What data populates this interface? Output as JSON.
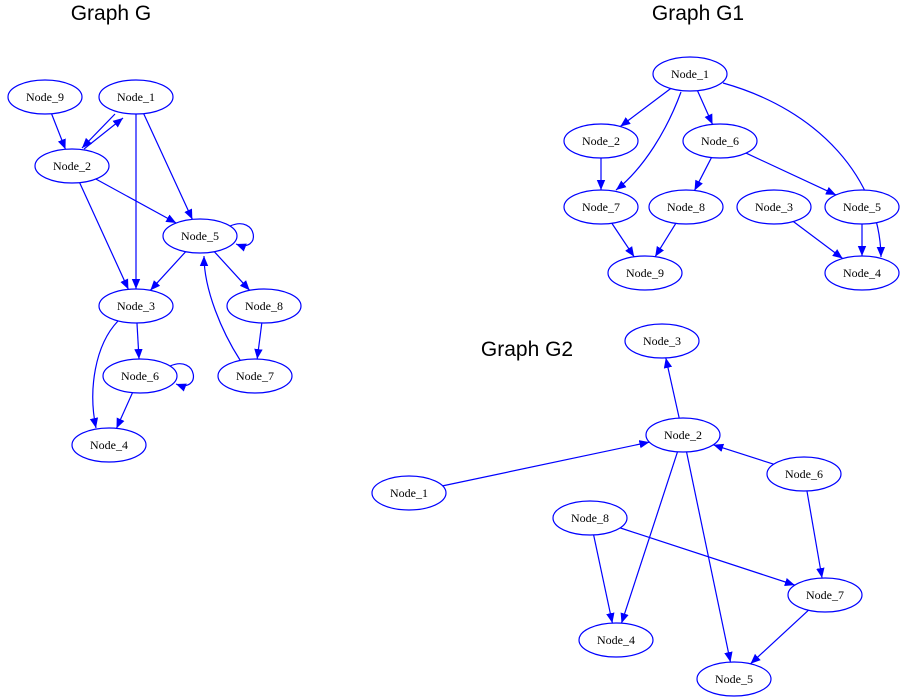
{
  "colors": {
    "edge": "#0000ff",
    "node_stroke": "#0000ff",
    "text": "#000000",
    "background": "#ffffff"
  },
  "graphs": [
    {
      "id": "G",
      "title": "Graph G",
      "nodes": [
        "Node_9",
        "Node_1",
        "Node_2",
        "Node_5",
        "Node_3",
        "Node_8",
        "Node_6",
        "Node_7",
        "Node_4"
      ],
      "edges": [
        [
          "Node_9",
          "Node_2"
        ],
        [
          "Node_1",
          "Node_2"
        ],
        [
          "Node_2",
          "Node_1"
        ],
        [
          "Node_1",
          "Node_5"
        ],
        [
          "Node_1",
          "Node_3"
        ],
        [
          "Node_2",
          "Node_3"
        ],
        [
          "Node_2",
          "Node_5"
        ],
        [
          "Node_5",
          "Node_5"
        ],
        [
          "Node_5",
          "Node_3"
        ],
        [
          "Node_5",
          "Node_8"
        ],
        [
          "Node_8",
          "Node_7"
        ],
        [
          "Node_7",
          "Node_5"
        ],
        [
          "Node_3",
          "Node_6"
        ],
        [
          "Node_3",
          "Node_4"
        ],
        [
          "Node_6",
          "Node_6"
        ],
        [
          "Node_6",
          "Node_4"
        ]
      ]
    },
    {
      "id": "G1",
      "title": "Graph G1",
      "nodes": [
        "Node_1",
        "Node_2",
        "Node_6",
        "Node_7",
        "Node_8",
        "Node_3",
        "Node_5",
        "Node_9",
        "Node_4"
      ],
      "edges": [
        [
          "Node_1",
          "Node_2"
        ],
        [
          "Node_1",
          "Node_6"
        ],
        [
          "Node_1",
          "Node_7"
        ],
        [
          "Node_1",
          "Node_4"
        ],
        [
          "Node_2",
          "Node_7"
        ],
        [
          "Node_6",
          "Node_8"
        ],
        [
          "Node_6",
          "Node_5"
        ],
        [
          "Node_7",
          "Node_9"
        ],
        [
          "Node_8",
          "Node_9"
        ],
        [
          "Node_3",
          "Node_4"
        ],
        [
          "Node_5",
          "Node_4"
        ]
      ]
    },
    {
      "id": "G2",
      "title": "Graph G2",
      "nodes": [
        "Node_3",
        "Node_2",
        "Node_6",
        "Node_1",
        "Node_8",
        "Node_7",
        "Node_4",
        "Node_5"
      ],
      "edges": [
        [
          "Node_2",
          "Node_3"
        ],
        [
          "Node_1",
          "Node_2"
        ],
        [
          "Node_6",
          "Node_2"
        ],
        [
          "Node_2",
          "Node_4"
        ],
        [
          "Node_2",
          "Node_5"
        ],
        [
          "Node_6",
          "Node_7"
        ],
        [
          "Node_8",
          "Node_4"
        ],
        [
          "Node_8",
          "Node_7"
        ],
        [
          "Node_7",
          "Node_5"
        ]
      ]
    }
  ]
}
